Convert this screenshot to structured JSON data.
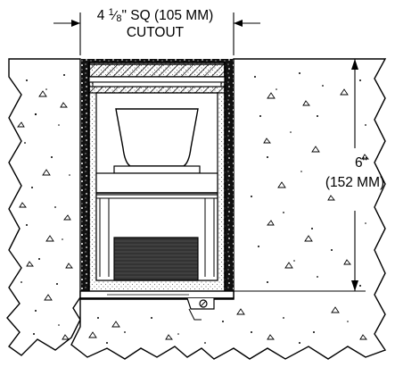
{
  "cutout_dimension": {
    "whole": "4",
    "frac_num": "1",
    "frac_den": "8",
    "rest": "\" SQ (105 MM)",
    "line2": "CUTOUT"
  },
  "depth_dimension": {
    "line1": "6\"",
    "line2": "(152 MM)"
  }
}
